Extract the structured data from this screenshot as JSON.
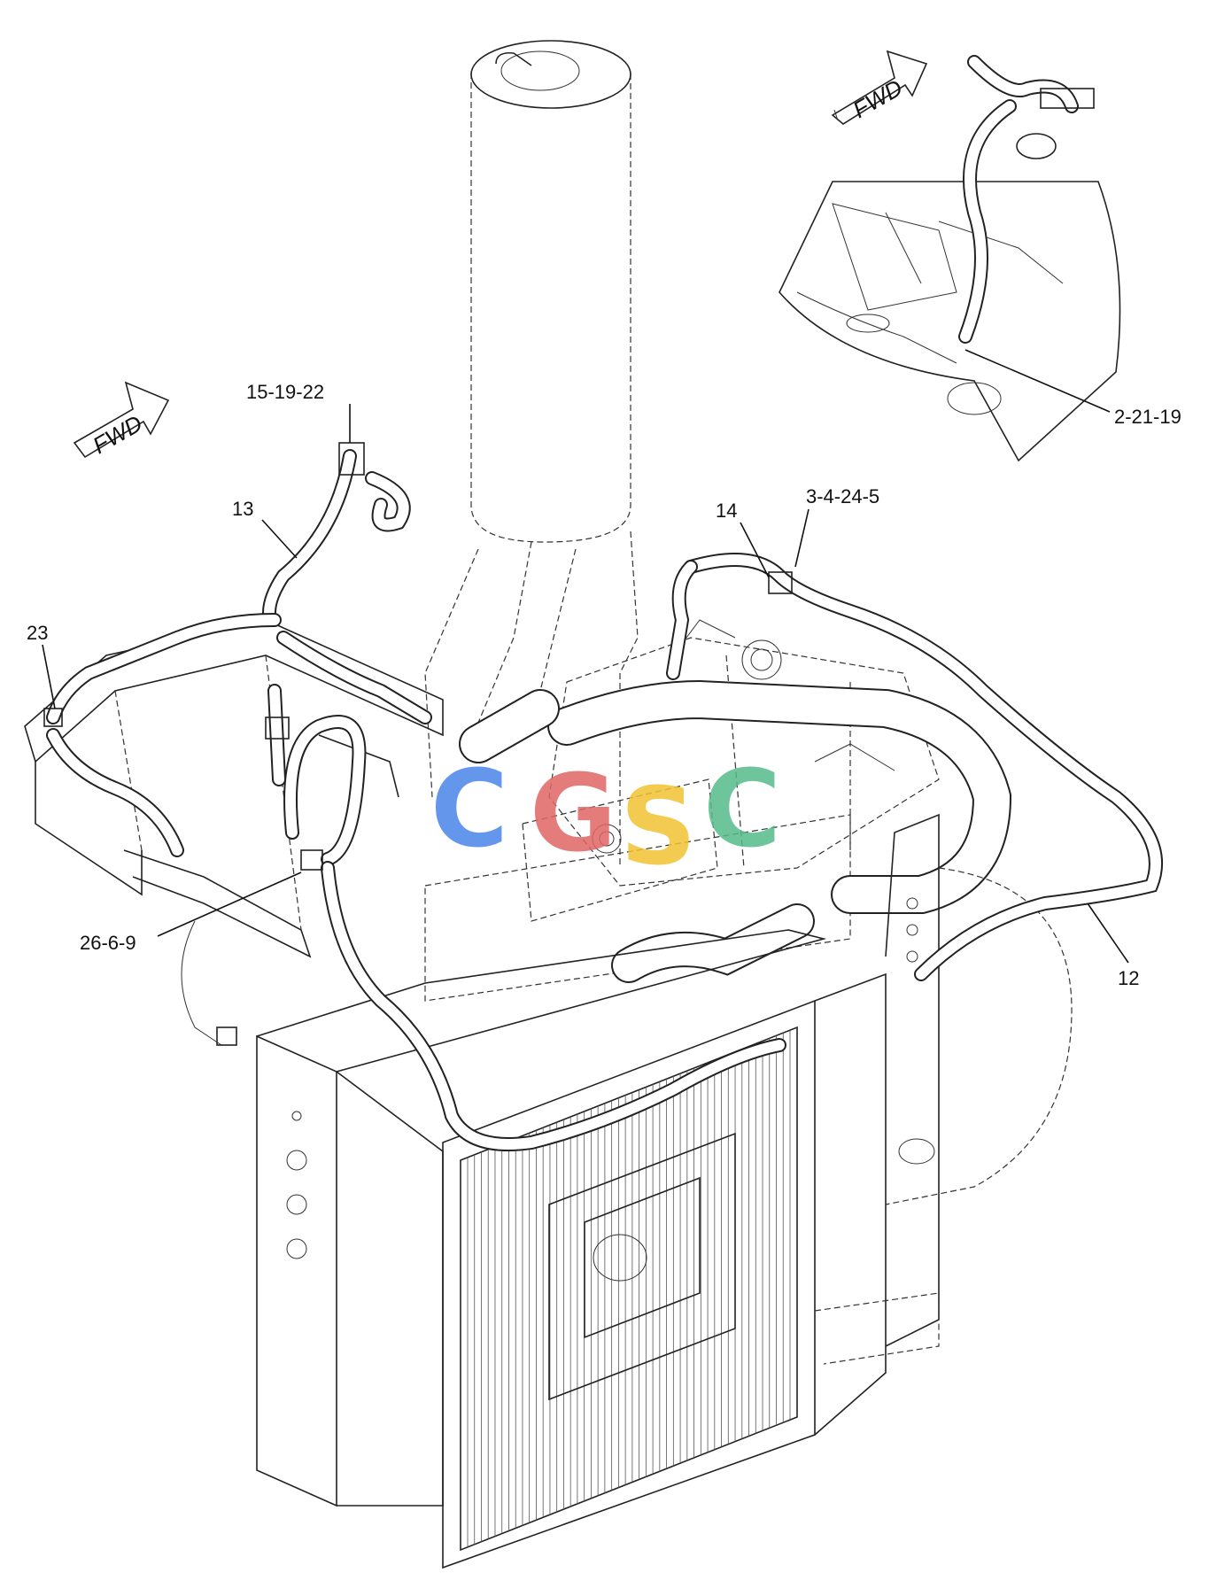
{
  "fwd_arrows": [
    {
      "text": "FWD"
    },
    {
      "text": "FWD"
    }
  ],
  "callouts": [
    {
      "id": "c1",
      "text": "15-19-22"
    },
    {
      "id": "c2",
      "text": "13"
    },
    {
      "id": "c3",
      "text": "23"
    },
    {
      "id": "c4",
      "text": "26-6-9"
    },
    {
      "id": "c5",
      "text": "14"
    },
    {
      "id": "c6",
      "text": "3-4-24-5"
    },
    {
      "id": "c7",
      "text": "12"
    },
    {
      "id": "c8",
      "text": "2-21-19"
    }
  ],
  "watermark": {
    "letters": [
      "C",
      "G",
      "S",
      "C"
    ],
    "colors": [
      "#4a86e8",
      "#e06666",
      "#f1c232",
      "#57bb8a"
    ]
  }
}
